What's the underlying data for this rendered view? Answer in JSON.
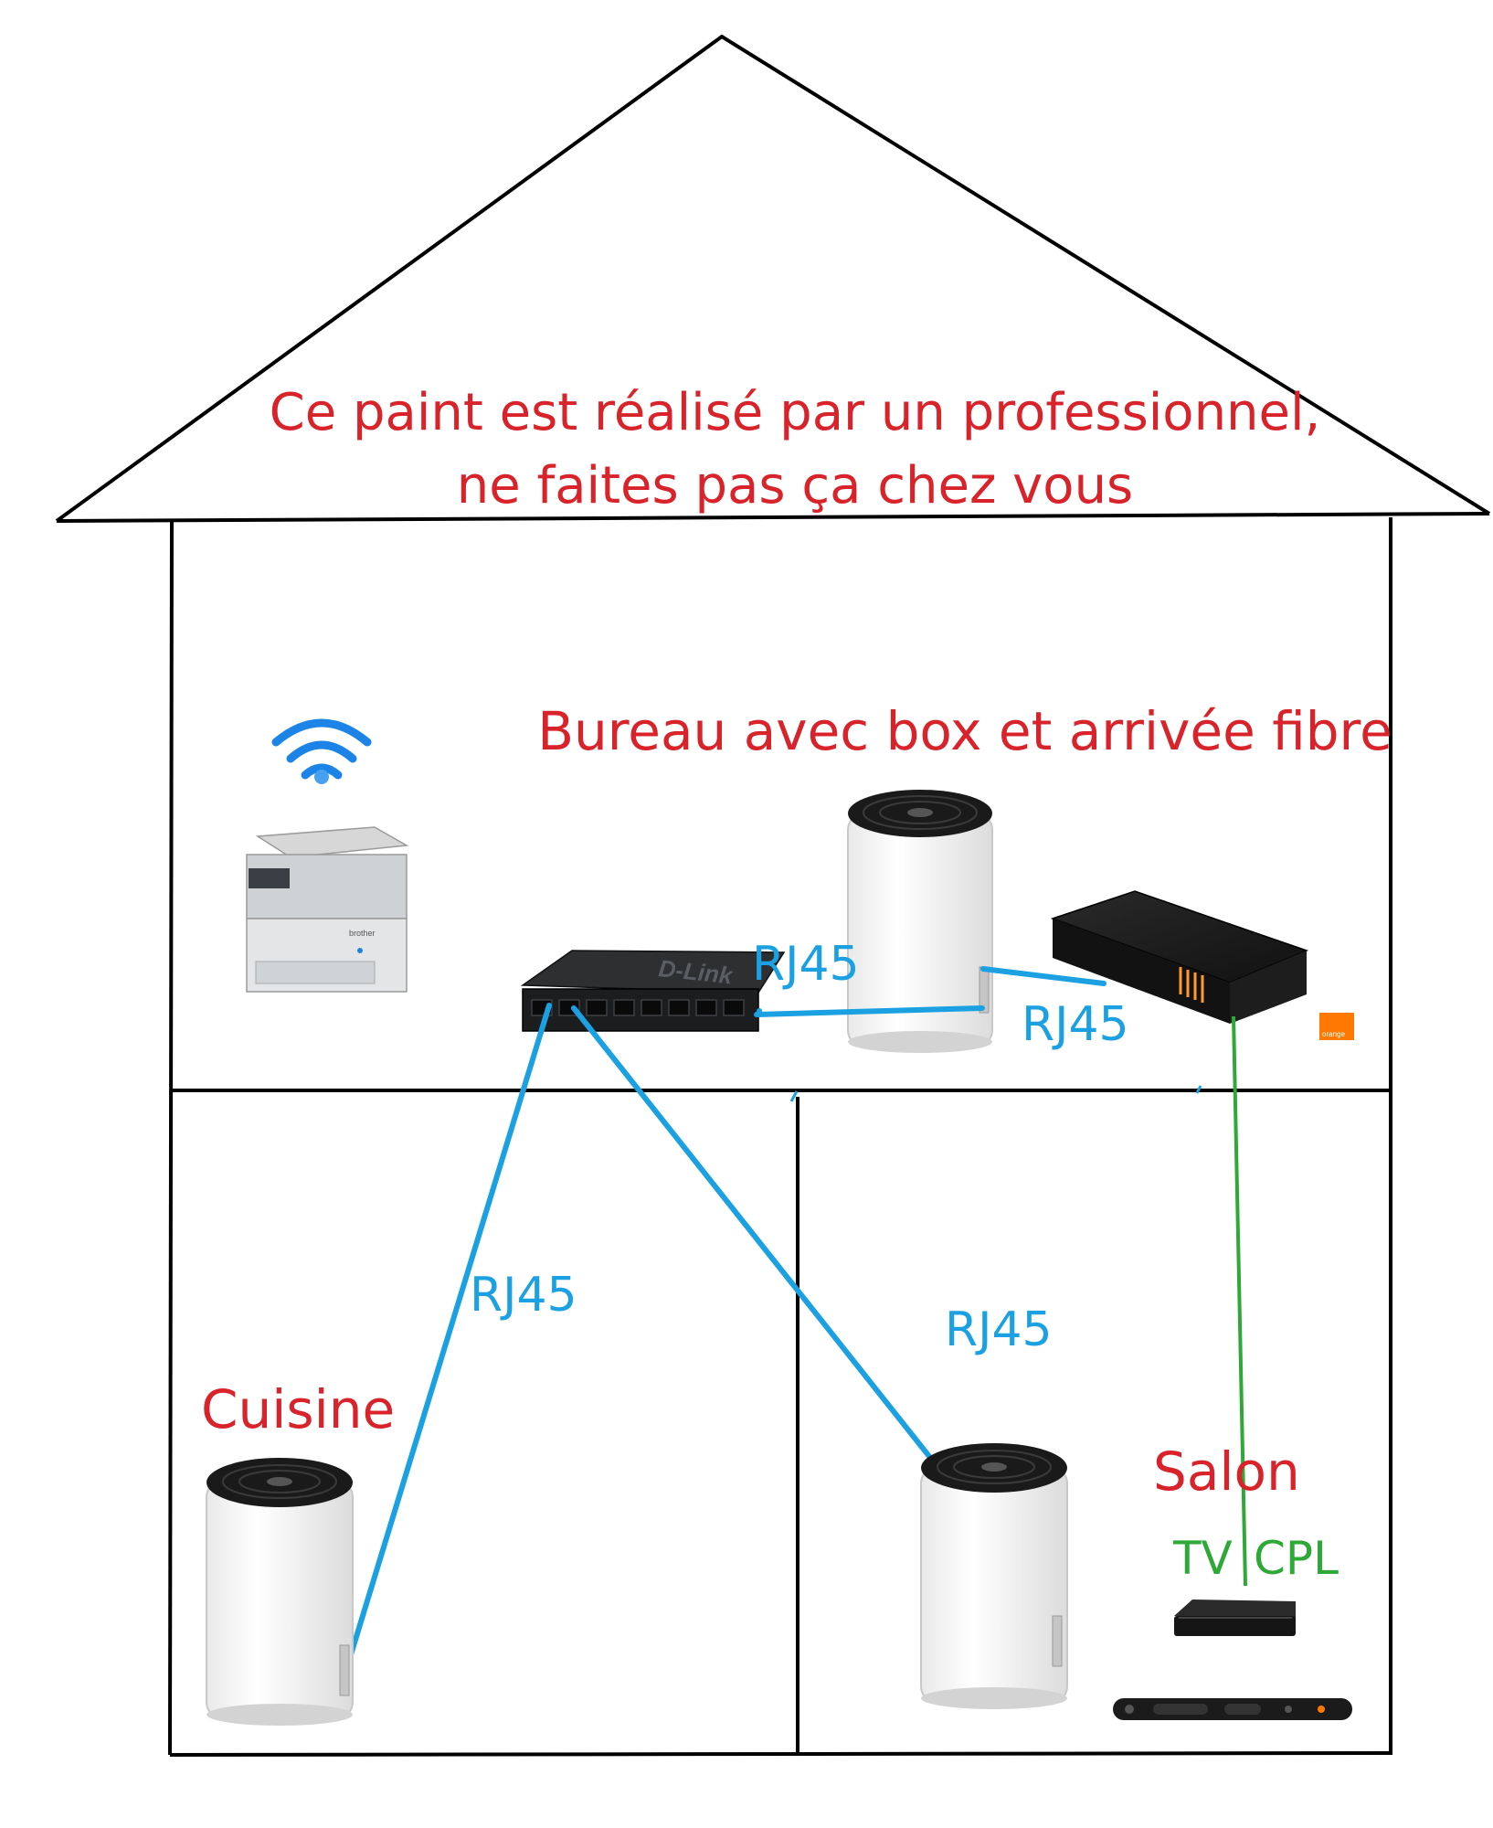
{
  "roof_text": {
    "line1": "Ce paint est réalisé par un professionnel,",
    "line2": "ne faites pas ça chez vous"
  },
  "rooms": {
    "office": "Bureau avec box et arrivée fibre",
    "kitchen": "Cuisine",
    "living": "Salon"
  },
  "links": {
    "rj45_switch_mesh": "RJ45",
    "rj45_mesh_box": "RJ45",
    "rj45_kitchen": "RJ45",
    "rj45_living": "RJ45",
    "tv": "TV",
    "cpl": "CPL"
  },
  "badges": {
    "isp": "orange"
  },
  "devices": {
    "printer_brand": "brother",
    "switch_brand": "D-Link"
  },
  "colors": {
    "outline": "#000000",
    "label_red": "#d8232a",
    "rj45_blue": "#1ba1e2",
    "cpl_green": "#2ea836",
    "wifi_blue": "#1c84e6",
    "orange_brand": "#ff7900"
  }
}
